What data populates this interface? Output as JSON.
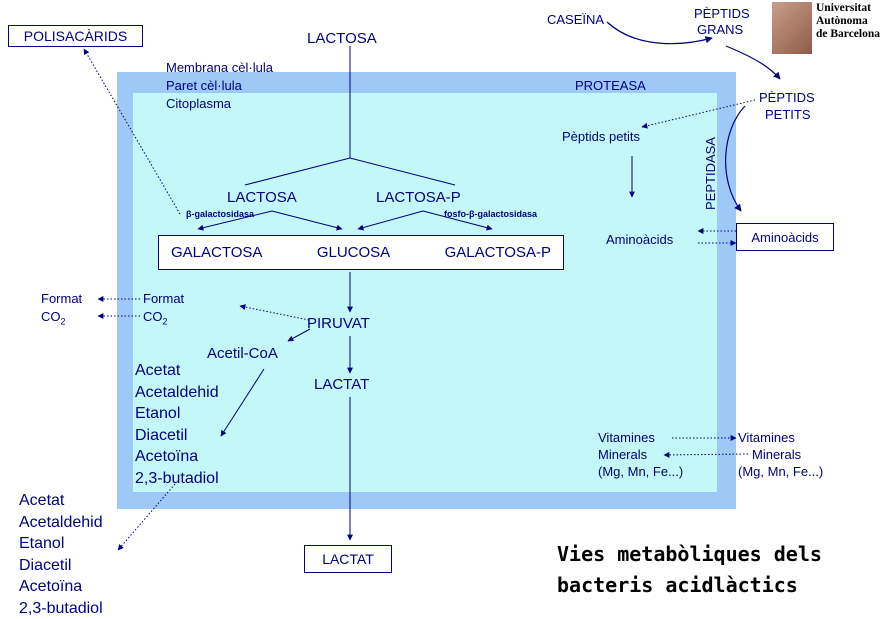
{
  "diagram": {
    "colors": {
      "text": "#000080",
      "cell_outer": "#9EC8F5",
      "cell_inner": "#C4F7F7",
      "title": "#000000"
    },
    "outside_left": {
      "polisacarids": "POLISACÀRIDS",
      "format": "Format",
      "co2_base": "CO",
      "co2_sub": "2",
      "products": [
        "Acetat",
        "Acetaldehid",
        "Etanol",
        "Diacetil",
        "Acetoïna",
        "2,3-butadiol"
      ]
    },
    "outside_top": {
      "lactosa": "LACTOSA",
      "caseina": "CASEÏNA",
      "peptids_grans": [
        "PÈPTIDS",
        "GRANS"
      ],
      "peptids_petits": [
        "PÈPTIDS",
        "PETITS"
      ]
    },
    "outside_right": {
      "aminoacids": "Aminoàcids",
      "vitamines": "Vitamines",
      "minerals": "Minerals",
      "minerals_detail": "(Mg, Mn, Fe...)"
    },
    "outside_bottom": {
      "lactat": "LACTAT"
    },
    "cell": {
      "layers": [
        "Membrana cèl·lula",
        "Paret cèl·lula",
        "Citoplasma"
      ],
      "proteasa": "PROTEASA",
      "peptidasa": "PEPTIDASA",
      "peptids_petits": "Pèptids petits",
      "aminoacids": "Aminoàcids",
      "lactosa": "LACTOSA",
      "lactosa_p": "LACTOSA-P",
      "enzyme_beta": "-galactosidasa",
      "enzyme_fosfo_pre": "fosfo-",
      "enzyme_fosfo_post": "-galactosidasa",
      "beta_symbol": "β",
      "sugars": [
        "GALACTOSA",
        "GLUCOSA",
        "GALACTOSA-P"
      ],
      "format": "Format",
      "co2_base": "CO",
      "co2_sub": "2",
      "piruvat": "PIRUVAT",
      "acetil_coa": "Acetil-CoA",
      "lactat": "LACTAT",
      "products": [
        "Acetat",
        "Acetaldehid",
        "Etanol",
        "Diacetil",
        "Acetoïna",
        "2,3-butadiol"
      ],
      "vitamines": "Vitamines",
      "minerals": "Minerals",
      "minerals_detail": "(Mg, Mn, Fe...)"
    },
    "title": [
      "Vies metabòliques dels",
      "bacteris acidlàctics"
    ],
    "logo": [
      "Universitat",
      "Autònoma",
      "de Barcelona"
    ]
  }
}
